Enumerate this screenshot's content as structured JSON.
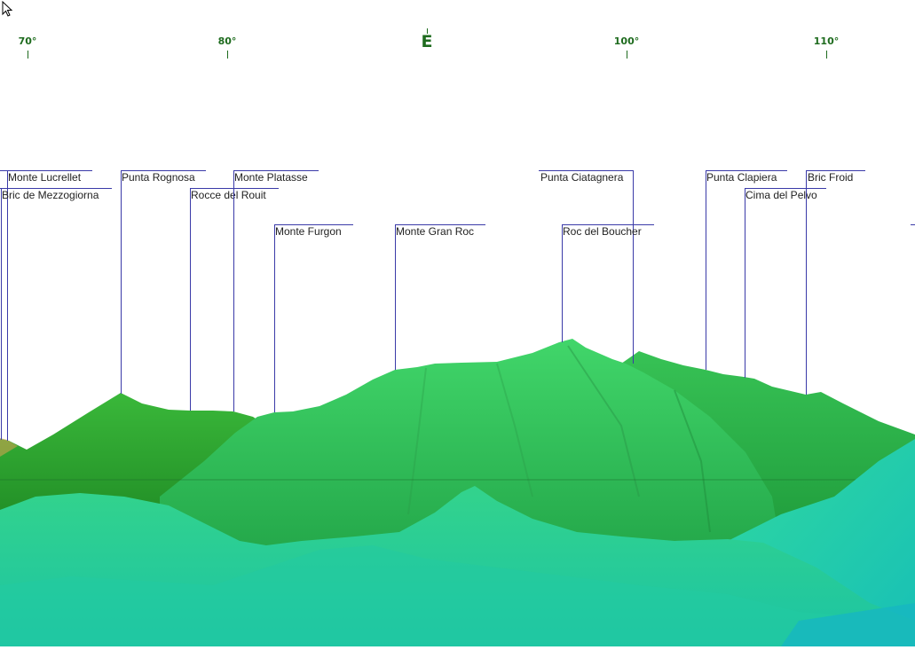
{
  "compass": {
    "ticks": [
      {
        "label": "70°",
        "kind": "deg"
      },
      {
        "label": "80°",
        "kind": "deg"
      },
      {
        "label": "E",
        "kind": "cardinal"
      },
      {
        "label": "100°",
        "kind": "deg"
      },
      {
        "label": "110°",
        "kind": "deg"
      }
    ],
    "color": "#1e6b1e"
  },
  "peaks": [
    {
      "name": "Monte Lucrellet"
    },
    {
      "name": "Bric de Mezzogiorna"
    },
    {
      "name": "Punta Rognosa"
    },
    {
      "name": "Rocce del Rouit"
    },
    {
      "name": "Monte Platasse"
    },
    {
      "name": "Monte Furgon"
    },
    {
      "name": "Monte Gran Roc"
    },
    {
      "name": "Punta Ciatagnera"
    },
    {
      "name": "Roc del Boucher"
    },
    {
      "name": "Punta Clapiera"
    },
    {
      "name": "Cima del Pelvo"
    },
    {
      "name": "Bric Froid"
    }
  ],
  "colors": {
    "leader": "#3a3aa8",
    "far_ridge": "#2ca82c",
    "mid_ridge": "#39d06a",
    "near_ridge": "#2fd9a0",
    "sky": "#ffffff"
  }
}
